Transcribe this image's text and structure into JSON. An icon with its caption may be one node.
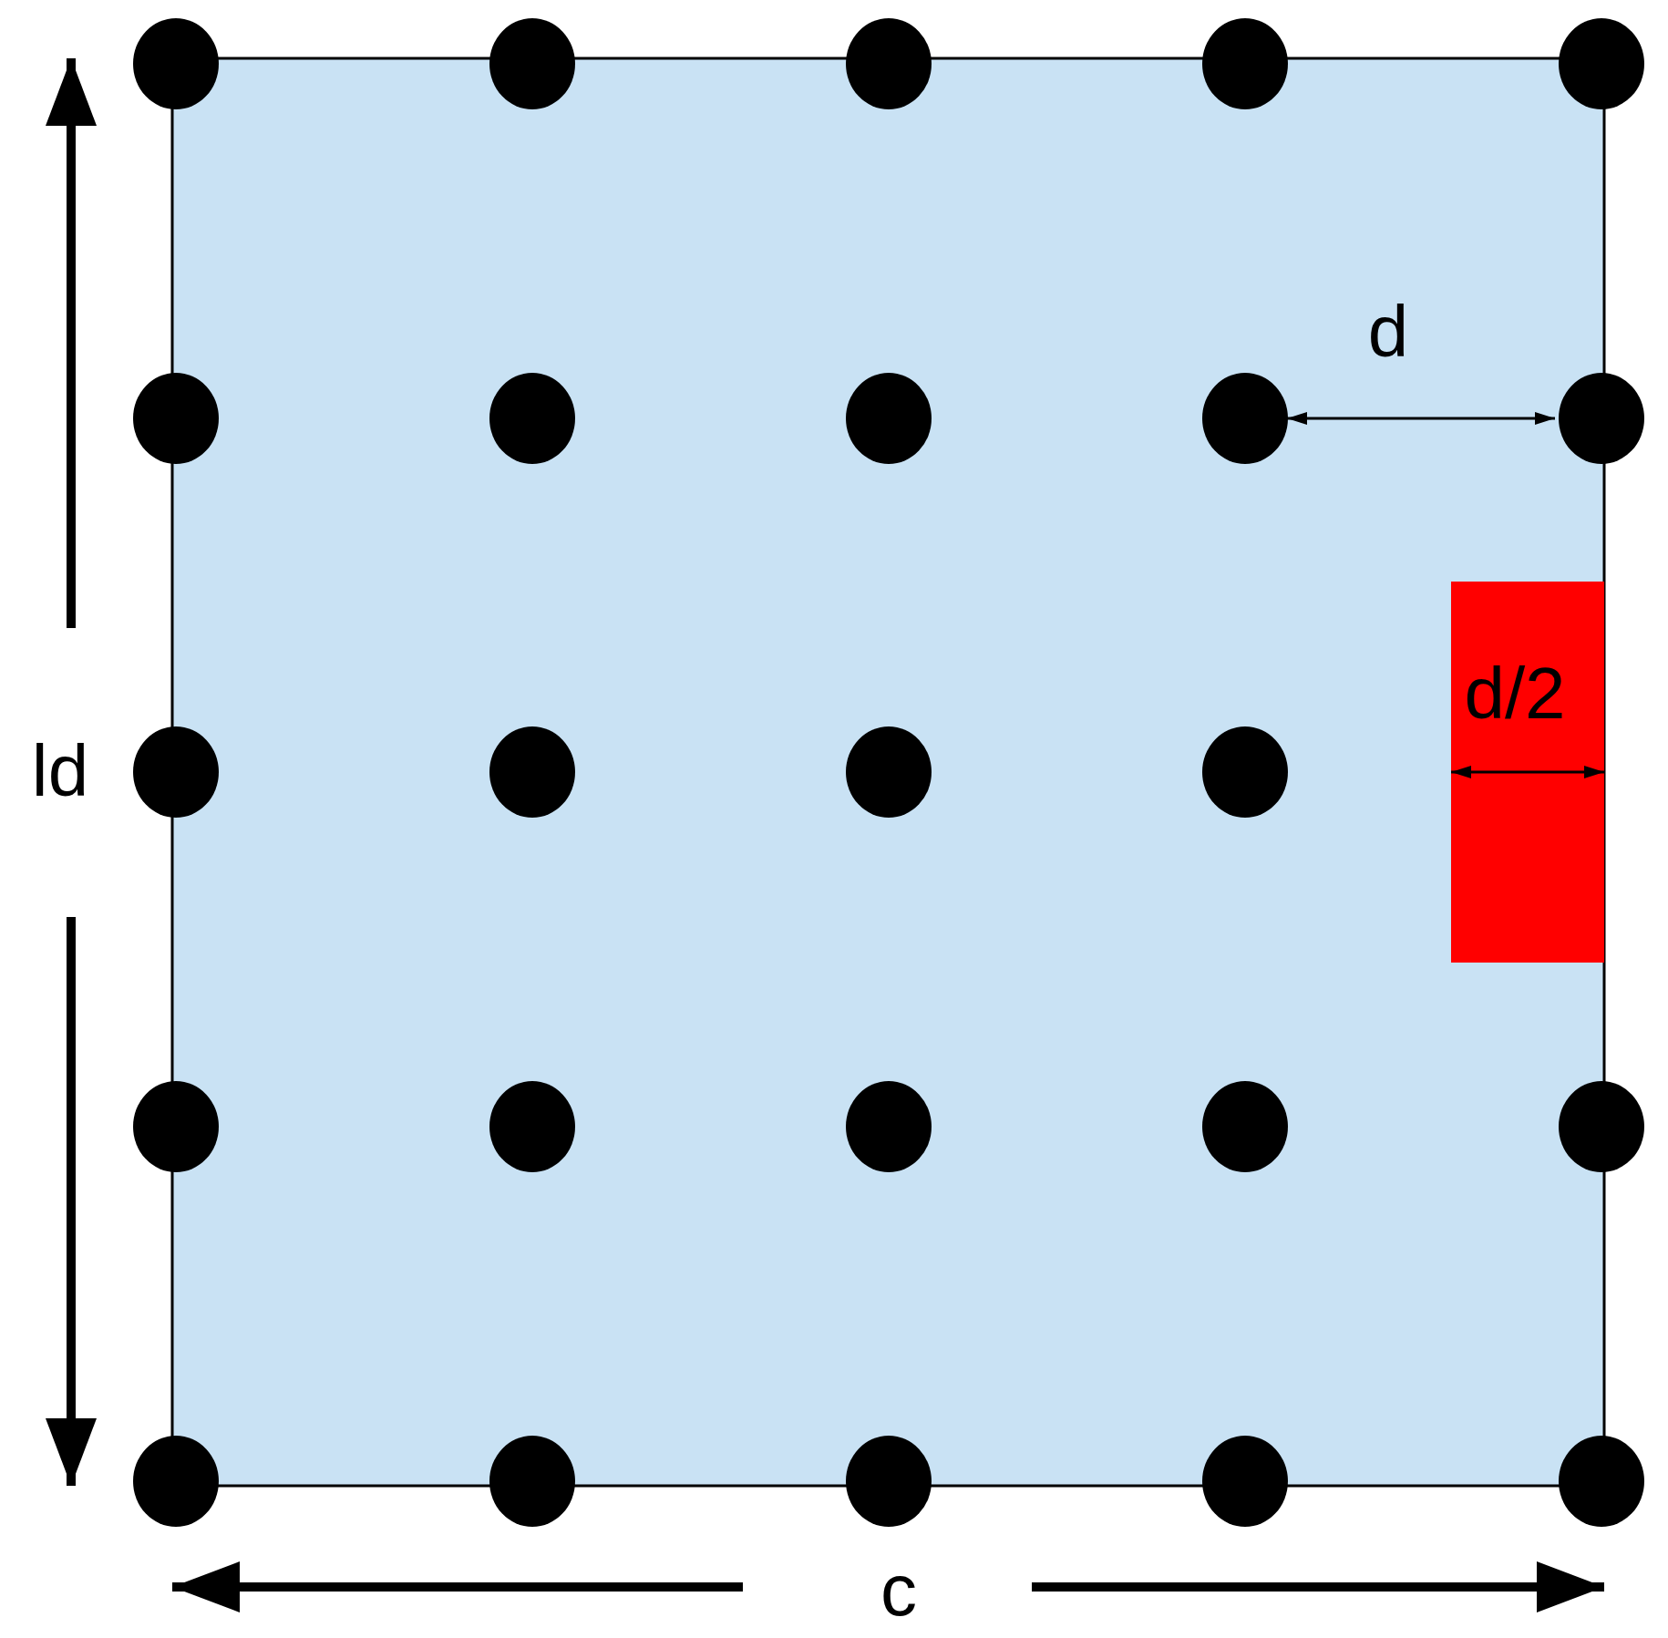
{
  "diagram": {
    "labels": [
      "d",
      "d/2",
      "ld",
      "c"
    ]
  }
}
